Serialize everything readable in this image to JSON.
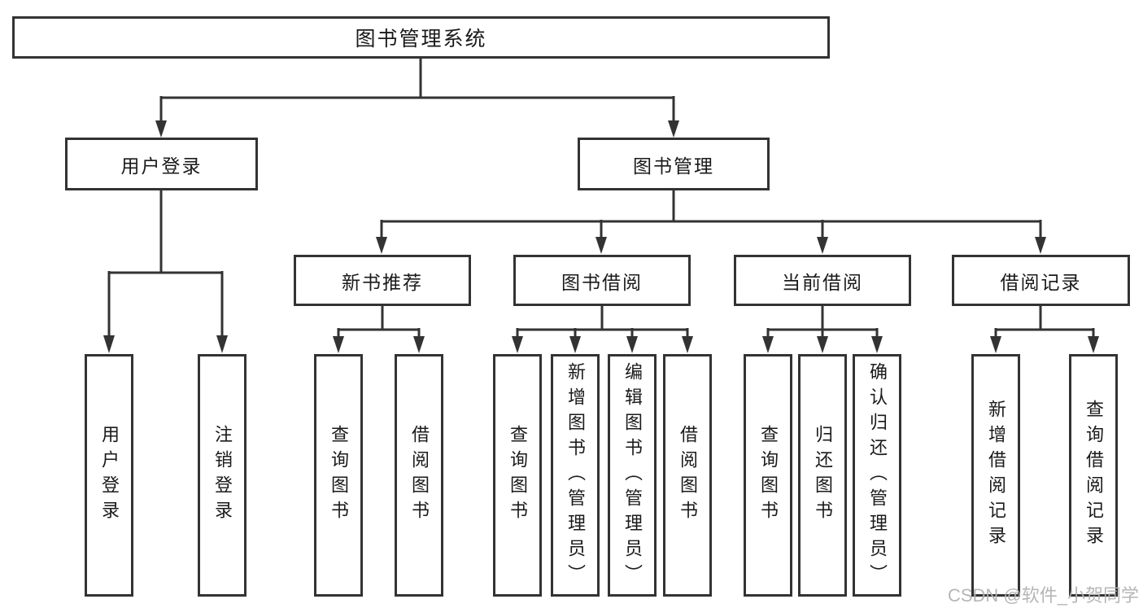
{
  "nodes": {
    "root": "图书管理系统",
    "l2": [
      "用户登录",
      "图书管理"
    ],
    "l3": [
      "新书推荐",
      "图书借阅",
      "当前借阅",
      "借阅记录"
    ],
    "leaves": {
      "user_login": [
        "用户登录",
        "注销登录"
      ],
      "new_books": [
        "查询图书",
        "借阅图书"
      ],
      "borrowing": [
        "查询图书",
        "新增图书（管理员）",
        "编辑图书（管理员）",
        "借阅图书"
      ],
      "current": [
        "查询图书",
        "归还图书",
        "确认归还（管理员）"
      ],
      "records": [
        "新增借阅记录",
        "查询借阅记录"
      ]
    }
  },
  "colors": {
    "line": "#333333",
    "text": "#1a1a1a",
    "watermark": "#b2b2b2"
  },
  "watermark": "CSDN @软件_小贺同学"
}
